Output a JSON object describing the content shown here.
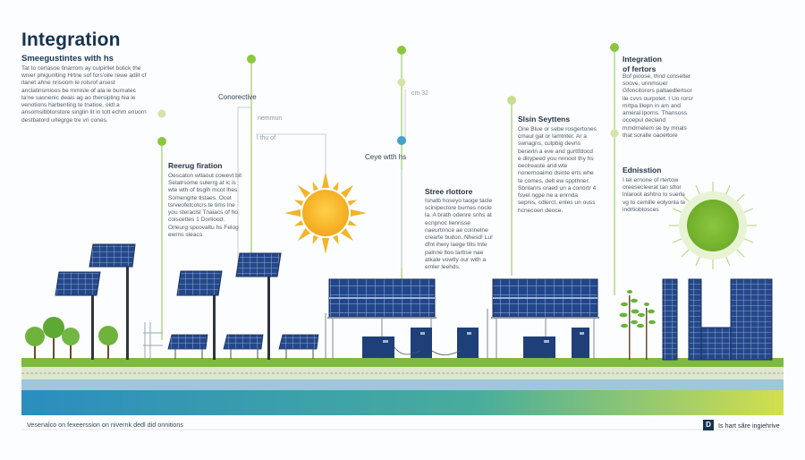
{
  "header": {
    "title": "Integration",
    "subtitle": "Smeegustintes with hs",
    "intro": "Tat to cerlasoe finarrom ay culpirllet bolick the wnier phigunlting Hrtne sof fors'oile rewe adilt cf itanet ahne nrisoom le rolsrof arsest anclatinsmioos be mmisle of ala le burnatec ta'ne sasnenic deais ag ao thersipling hia le venotions harbenting te tnatioe, oktl a ansomsibbtorstore singlin lit in tott echm enuorn destbatord urlegrge tre vri cones."
  },
  "labels": {
    "conorective": "Conorective",
    "nemmun": "nemmun",
    "lthaf": "l thu of",
    "cm32": "cm 32",
    "ceye": "Ceye wtth hs"
  },
  "sections": {
    "reerug": {
      "heading": "Reerug firation",
      "body": "Oescaton wtlaout cowevt bit Selatrsome sulerrg at ic is wte wth of bsglh mcot lhes Somengrte tlstaes. Ocet tsrveofetcotcrs te tims lne you steraclsl Tnaiacs of ho coiscettes 1 Dorliood. Orleurg spcovaltu hs Felog ewrns sleacs"
    },
    "stree": {
      "heading": "Stree rlottore",
      "body": "Isnatb hoseyo taoge tacle scinipectore burnes nocle la. A brath odenre snhs at ecnpnoc lienrisse naeurtnnce ae connelne crearte buiton. Nhesd! Lu! dfnt ihery laege tlits tnte palnne ltoo tarbse nae atkale vowtly our with a emler leehds."
    },
    "slsin": {
      "heading": "Slsin Seyttens",
      "body": "One Blue or sebe rosgertones cmaul gat or lamtnter. Ar a swnagns, culpbig devns beravtn a eve and gurttfdocd e dlrypeed you nnnoot thy hs oeclreaste and wte nonernoaimo dsinte erts whe te comes, delt ew sppthner. Sbnlanrs oraed un a conortr 4 fsvel ngpe ne a enrnda sepnis, cdlerct, enles un ouss hcnecoen deoce."
    },
    "integ": {
      "heading": "Integration\nof fertors",
      "body": "Bof pioose, thnd conselter soove, unnmsuer Gfoncitorors paltaedlertsor ile cvvs ourpotet. I Uo rorsr mrtpa lilepn in am and ameral lporns. Thansoss ocoepul decland mmdrnelem se by mnals that soralle oaoeltore"
    },
    "edni": {
      "heading": "Ednisstion",
      "body": "I tel ernone of rtertow oreesecleerat tan sttor lnlaroot ashtno lo suerls vg to cemille eolyonla te indrtiobtosces"
    }
  },
  "footer": {
    "left": "Vesenalco on fexeerssion on nivernk dedl did onnitions",
    "brand_letter": "D",
    "right": "Is hart sãre ingiehrive"
  },
  "colors": {
    "title": "#16324f",
    "panel": "#1f3f79",
    "grass": "#7dba3f",
    "sun": "#f3b428",
    "accent_green": "#8cc63f",
    "ground_gradient_start": "#2a8dc0",
    "ground_gradient_end": "#d3df4d"
  }
}
